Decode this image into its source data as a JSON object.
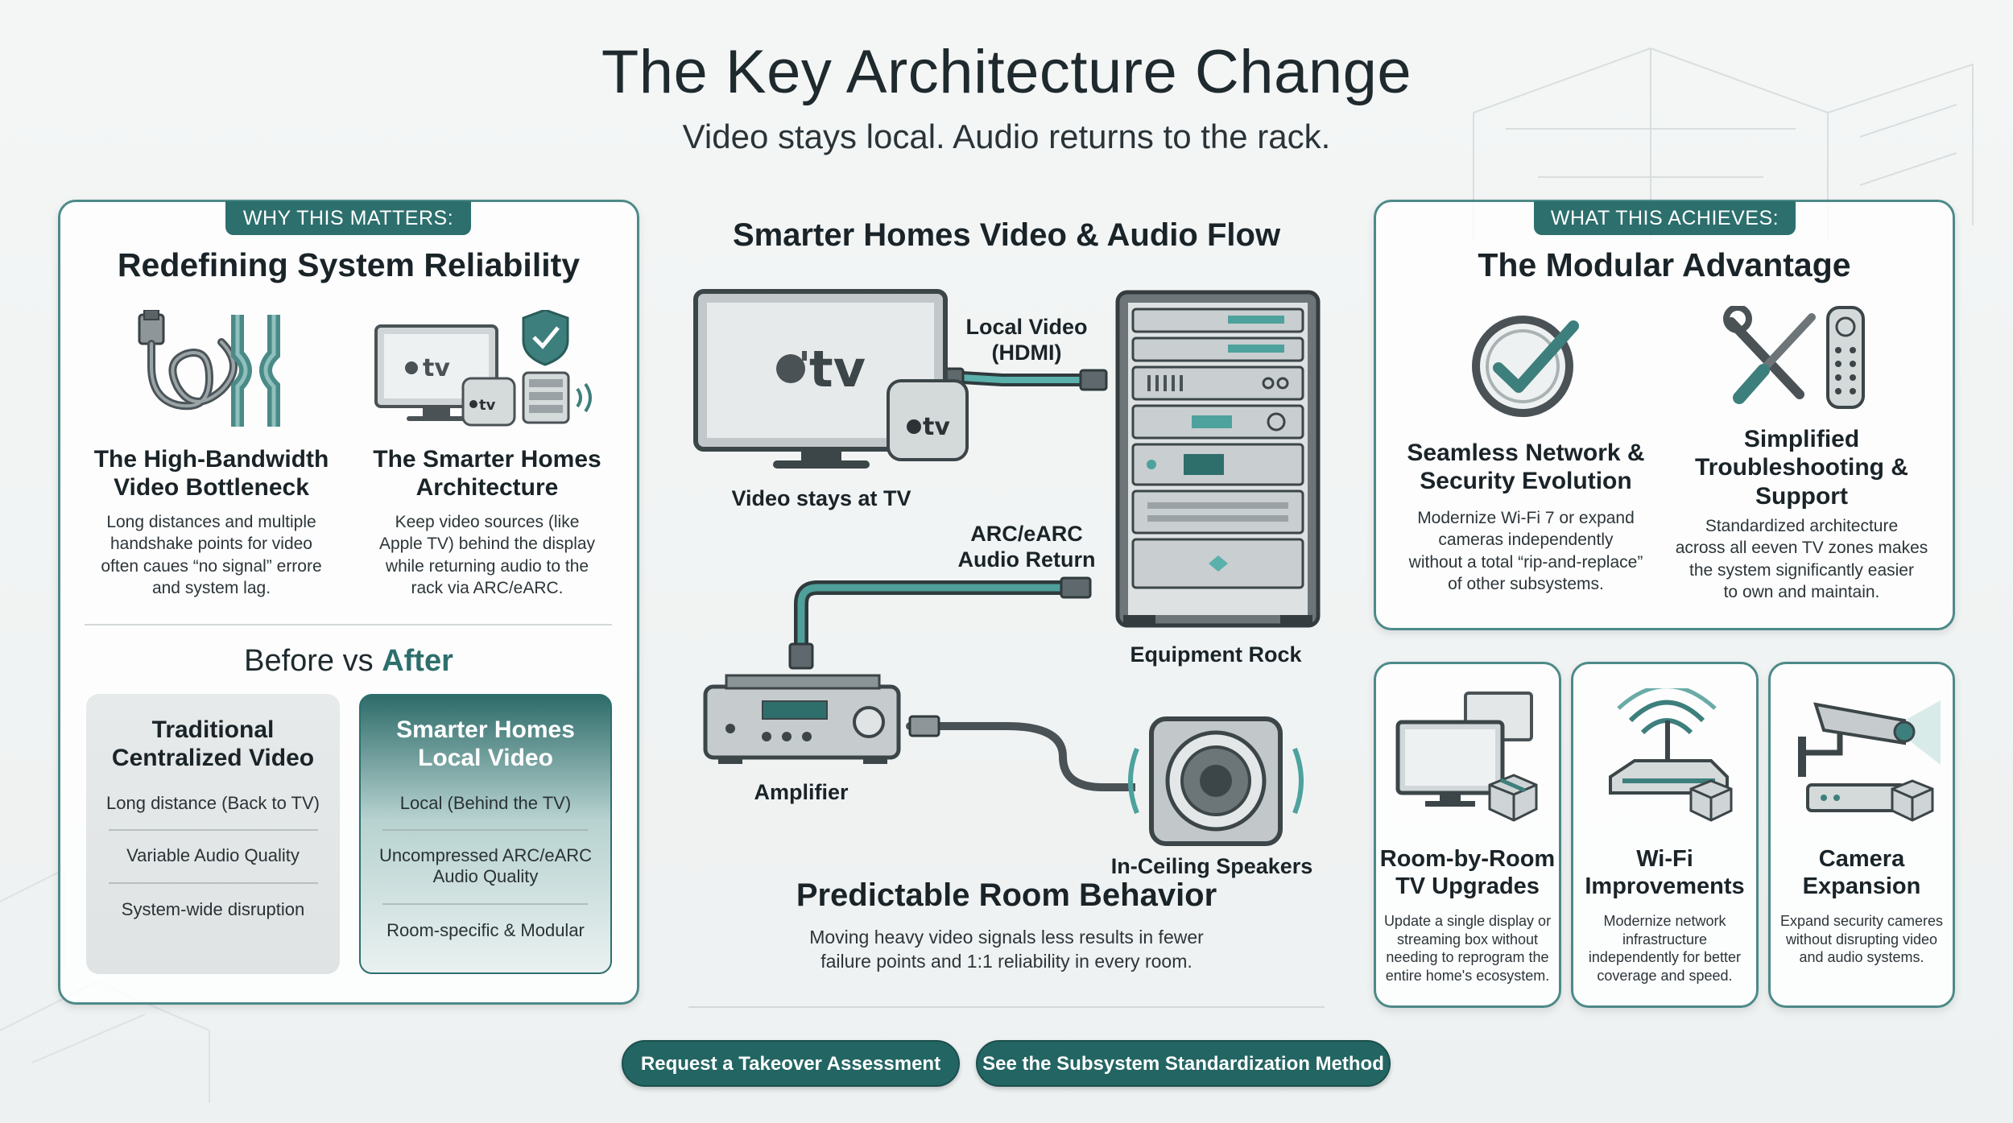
{
  "header": {
    "title": "The Key Architecture Change",
    "subtitle": "Video stays local. Audio returns to the rack."
  },
  "left_panel": {
    "tag": "WHY THIS MATTERS:",
    "heading": "Redefining System Reliability",
    "card1": {
      "title_line1": "The High-Bandwidth",
      "title_line2": "Video Bottleneck",
      "body_line1": "Long distances and multiple",
      "body_line2": "handshake points for video",
      "body_line3": "often caues “no signal” errore",
      "body_line4": "and system lag."
    },
    "card2": {
      "title_line1": "The Smarter Homes",
      "title_line2": "Architecture",
      "body_line1": "Keep video sources (like",
      "body_line2": "Apple TV) behind the display",
      "body_line3": "while returning audio to the",
      "body_line4": "rack via ARC/eARC."
    },
    "compare_title_before": "Before vs ",
    "compare_title_after": "After",
    "before": {
      "head_line1": "Traditional",
      "head_line2": "Centralized Video",
      "items": [
        "Long distance (Back to TV)",
        "Variable Audio Quality",
        "System-wide disruption"
      ]
    },
    "after": {
      "head_line1": "Smarter Homes",
      "head_line2": "Local Video",
      "item1": "Local (Behind the TV)",
      "item2_line1": "Uncompressed ARC/eARC",
      "item2_line2": "Audio Quality",
      "item3": "Room-specific & Modular"
    }
  },
  "center": {
    "heading": "Smarter Homes Video & Audio Flow",
    "tv_logo": "tv",
    "box_logo": "tv",
    "local_video_line1": "Local Video",
    "local_video_line2": "(HDMI)",
    "video_stays": "Video stays at TV",
    "arc_line1": "ARC/eARC",
    "arc_line2": "Audio Return",
    "rack_label": "Equipment Rock",
    "amp_label": "Amplifier",
    "speakers_label": "In-Ceiling Speakers",
    "predictable_title": "Predictable Room Behavior",
    "predictable_line1": "Moving heavy video signals less results in fewer",
    "predictable_line2": "failure points and 1:1 reliability in every room."
  },
  "right_panel": {
    "tag": "WHAT THIS ACHIEVES:",
    "heading": "The Modular Advantage",
    "card1": {
      "title_line1": "Seamless Network &",
      "title_line2": "Security Evolution",
      "body_line1": "Modernize Wi-Fi 7 or expand",
      "body_line2": "cameras independently",
      "body_line3": "without a total “rip-and-replace”",
      "body_line4": "of other subsystems."
    },
    "card2": {
      "title_line1": "Simplified",
      "title_line2": "Troubleshooting &",
      "title_line3": "Support",
      "body_line1": "Standardized architecture",
      "body_line2": "across all eeven TV zones makes",
      "body_line3": "the system significantly easier",
      "body_line4": "to own and maintain."
    }
  },
  "bottom_cards": [
    {
      "title_line1": "Room-by-Room",
      "title_line2": "TV Upgrades",
      "lines": [
        "Update a single display or",
        "streaming box without",
        "needing to reprogram the",
        "entire home's ecosystem."
      ]
    },
    {
      "title_line1": "Wi-Fi",
      "title_line2": "Improvements",
      "lines": [
        "Modernize network",
        "infrastructure",
        "independently for better",
        "coverage and speed."
      ]
    },
    {
      "title_line1": "Camera",
      "title_line2": "Expansion",
      "lines": [
        "Expand security cameres",
        "without disrupting video",
        "and audio systems."
      ]
    }
  ],
  "buttons": {
    "assessment": "Request a Takeover Assessment",
    "method": "See the Subsystem Standardization Method"
  },
  "colors": {
    "accent": "#2c6f6d",
    "border": "#4d8a88",
    "text": "#1f2a2e"
  }
}
